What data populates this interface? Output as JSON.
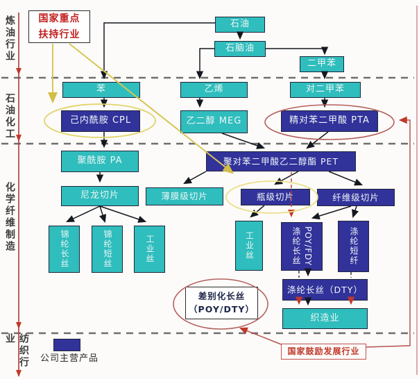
{
  "palette": {
    "teal_box": "#2fbdbd",
    "navy_box": "#32329b",
    "highlight_red": "#c0392b",
    "highlight_yellow": "#d8c653",
    "axis_red": "#a93a3a",
    "separator_gray": "#6e6e6e"
  },
  "side_labels": [
    {
      "text": "炼油行业"
    },
    {
      "text": "石油化工"
    },
    {
      "text": "化学纤维制造"
    },
    {
      "text": "纺织行业"
    }
  ],
  "annotations": {
    "key_support_line1": "国家重点",
    "key_support_line2": "扶持行业",
    "encourage": "国家鼓励发展行业",
    "diff_line1": "差别化长丝",
    "diff_line2": "（POY/DTY）"
  },
  "legend": {
    "label": "公司主营产品"
  },
  "nodes": {
    "petroleum": "石油",
    "naphtha": "石脑油",
    "xylene": "二甲苯",
    "benzene": "苯",
    "ethylene": "乙烯",
    "paraxylene": "对二甲苯",
    "cpl": "己内酰胺 CPL",
    "meg": "乙二醇 MEG",
    "pta": "精对苯二甲酸 PTA",
    "pa": "聚酰胺 PA",
    "pet": "聚对苯二甲酸乙二醇酯 PET",
    "nylon_chip": "尼龙切片",
    "film_chip": "薄膜级切片",
    "bottle_chip": "瓶级切片",
    "fiber_chip": "纤维级切片",
    "nylon_filament": "锦纶长丝",
    "nylon_staple": "锦纶短丝",
    "industrial_yarn_left": "工业丝",
    "industrial_yarn_right": "工业丝",
    "poly_filament_col": "涤纶长丝",
    "poy_fdy_col": "POY/FDY",
    "poly_staple": "涤纶短纤",
    "dty": "涤纶长丝（DTY）",
    "weaving": "织造业"
  }
}
